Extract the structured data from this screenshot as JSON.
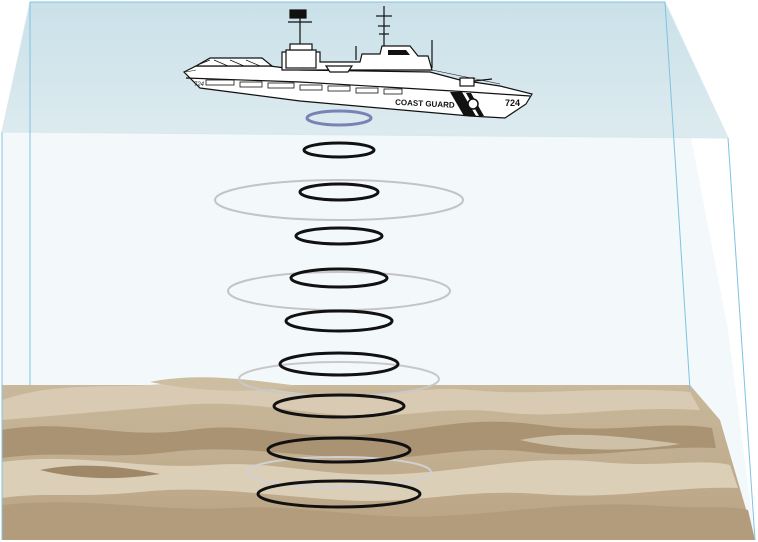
{
  "colors": {
    "surface_band": "#cfe3ea",
    "water": "#f2f7f9",
    "water_edge": "#7fc3e0",
    "seafloor_light": "#d6c7ae",
    "seafloor_mid": "#c2ae90",
    "seafloor_dark": "#a8916f",
    "ring_dark": "#111111",
    "ring_grey": "#bdbdbd",
    "ring_surface": "#7a82b5",
    "ship_ink": "#111111"
  },
  "ship": {
    "hull_text": "COAST GUARD",
    "hull_number": "724",
    "bow_number": "724"
  }
}
